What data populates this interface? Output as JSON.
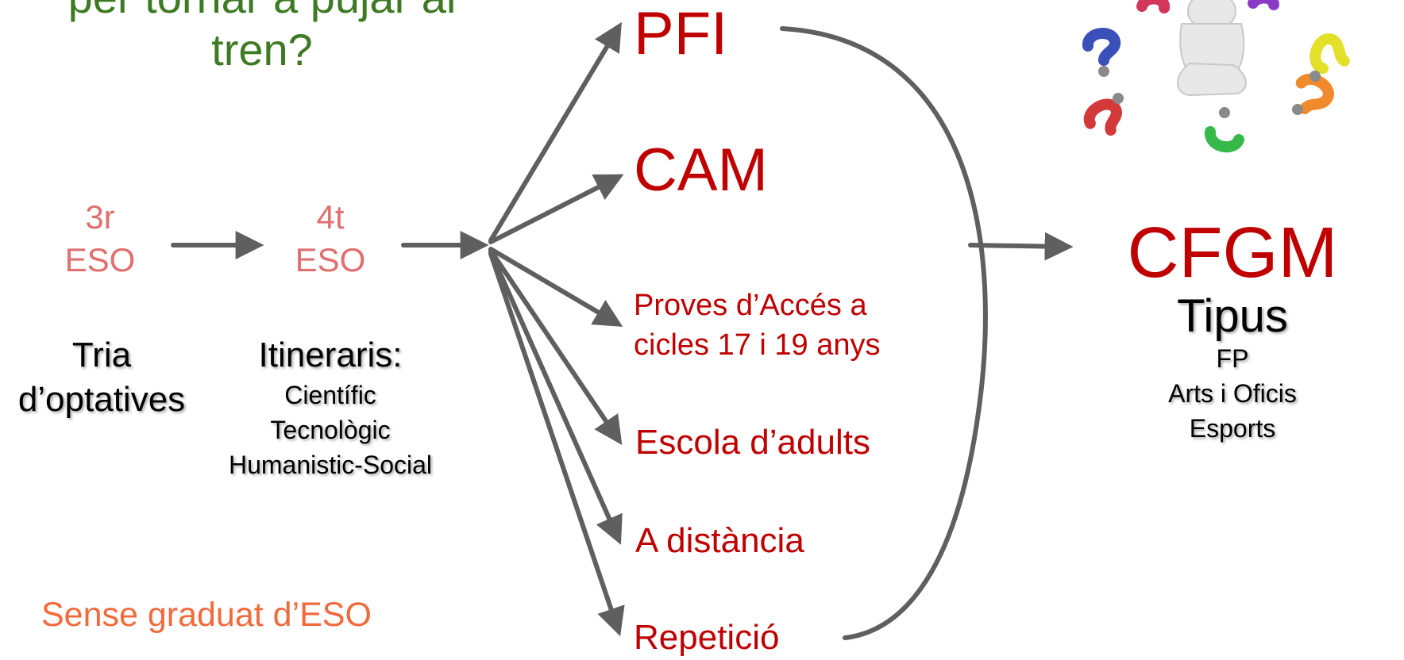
{
  "title": {
    "line1": "per tornar a pujar al",
    "line2": "tren?"
  },
  "stages": [
    {
      "line1": "3r",
      "line2": "ESO"
    },
    {
      "line1": "4t",
      "line2": "ESO"
    }
  ],
  "notes": {
    "tria": {
      "line1": "Tria",
      "line2": "d’optatives"
    },
    "itineraris": {
      "heading": "Itineraris:",
      "items": [
        "Científic",
        "Tecnològic",
        "Humanistic-Social"
      ]
    }
  },
  "no_graduate": "Sense graduat d’ESO",
  "options": [
    {
      "label": "PFI"
    },
    {
      "label": "CAM"
    },
    {
      "line1": "Proves d’Accés a",
      "line2": "cicles 17 i 19 anys"
    },
    {
      "label": "Escola d’adults"
    },
    {
      "label": "A distància"
    },
    {
      "label": "Repetició"
    }
  ],
  "target": {
    "title": "CFGM",
    "subtitle": "Tipus",
    "types": [
      "FP",
      "Arts i Oficis",
      "Esports"
    ]
  },
  "colors": {
    "title": "#3d7a22",
    "stage": "#e07070",
    "option": "#c00000",
    "no_graduate": "#f26a3c",
    "arrow": "#5f5f5f"
  },
  "illustration": {
    "icon": "question-marks-figure-icon"
  }
}
